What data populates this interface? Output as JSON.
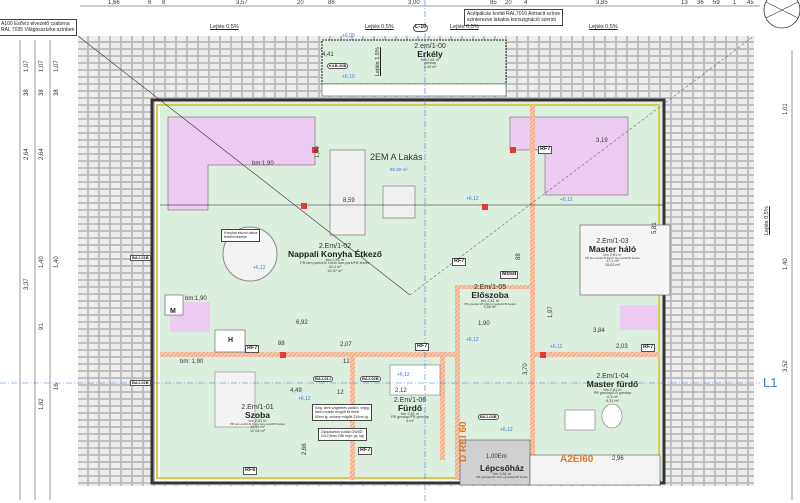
{
  "top_dimensions": [
    "1,66",
    "6",
    "8",
    "3,57",
    "20",
    "86",
    "3,00",
    "85",
    "20",
    "4",
    "3,85",
    "13",
    "36",
    "59",
    "1",
    "45"
  ],
  "left_dimensions": [
    "1,07",
    "1,07",
    "1,07",
    "38",
    "38",
    "38",
    "2,64",
    "2,64",
    "1,40",
    "1,40",
    "3,37",
    "91",
    "1,82",
    "16"
  ],
  "right_dimensions": [
    "1,01",
    "1,40",
    "3,52"
  ],
  "notes": {
    "gutter": [
      "A100 Esővíz elvezető csatorna",
      "RAL 7035 Világosszürke színben"
    ],
    "railing": [
      "Acélpálcás korlát RAL7016 Antracit színre",
      "szinterezve lakatos konszignáció szerint"
    ],
    "kitchen": [
      "Konyhai elszívó akna",
      "felett kivezetve"
    ],
    "bath1": [
      "Szig. kent szigetelés padlón, végig",
      "falon mosdó mögött és felett",
      "60cm-ig, zuhany mögött 210cm-ig"
    ],
    "bath2": [
      "Gipszkarton vízálló OWSD",
      "2x12,5mm RBI impr. gk. lap"
    ]
  },
  "slopes": [
    "Lejtés 0,5%",
    "Lejtés 0,5%",
    "Lejtés 0,5%",
    "Lejtés 0,5%",
    "Lejtés 0,5%",
    "Lejtés 1,5%"
  ],
  "axis_labels": {
    "top": "L-10",
    "right": "L1"
  },
  "apartment": {
    "name": "2EM A Lakás",
    "area": "85,80 m²"
  },
  "rooms": [
    {
      "id": "2.em/1-00",
      "name": "Erkély",
      "height": "bm:2,81 m",
      "finish": "greslap",
      "area": "4,43 m²",
      "dim": "4,41"
    },
    {
      "id": "2.Em/1-02",
      "name": "Nappali Konyha Étkező",
      "height": "bm:2,81 m",
      "finish": "PB lam.park/LB 10cm lam.park/FB festés",
      "area": "40,4 m²",
      "area2": "40,07 m²"
    },
    {
      "id": "2.Em/1-05",
      "name": "Előszoba",
      "height": "bm 2,81 m",
      "finish": "PB greslap/LB 10cm greslap/FB festés",
      "area": "5,56 m²"
    },
    {
      "id": "2.Em/1-03",
      "name": "Master háló",
      "height": "bm 2,81 m",
      "finish": "PB lam.park/LB 10cm lam.park/FB festés",
      "area": "17,1 m²",
      "area2": "15,63 m²"
    },
    {
      "id": "2.Em/1-04",
      "name": "Master fürdő",
      "height": "bm 2,81 m",
      "finish": "PB greslap/LB greslap",
      "area": "6,3 m²",
      "area2": "6,31 m²"
    },
    {
      "id": "2.Em/1-01",
      "name": "Szoba",
      "height": "bm 2,81 m",
      "finish": "PB lam.park/LB 10cm lam.park/FB festés",
      "area": "11,95 m²",
      "area2": "12,04 m²"
    },
    {
      "id": "2.Em/1-06",
      "name": "Fürdő",
      "height": "bm 2,81 m",
      "finish": "PB greslap/FB greslap",
      "area": "6 m²"
    },
    {
      "id": "",
      "name": "Lépcsőház",
      "height": "bm 2,81 m",
      "finish": "PB greslap/LB 10cm greslap/FB festés",
      "width": "1,00Em"
    }
  ],
  "plan_dims": [
    "8,59",
    "6,92",
    "1,90",
    "bm:1,90",
    "bm:1,90",
    "bm: 1,90",
    "2,07",
    "2,12",
    "4,49",
    "3,84",
    "2,03",
    "3,19",
    "1,90",
    "88",
    "5,81",
    "1,97",
    "3,70",
    "88",
    "12",
    "12",
    "2,96",
    "2,66"
  ],
  "levels": [
    "+6,09",
    "+6,10",
    "+6,12",
    "+6,12",
    "+6,12",
    "+6,12",
    "+6,12",
    "+6,12",
    "+6,12",
    "+6,11"
  ],
  "tags": [
    "RF7",
    "RF7",
    "RF7",
    "RF7",
    "RF7",
    "RF6",
    "RF7",
    "Mosd",
    "H",
    "M"
  ],
  "door_tags": [
    "KAB-20B",
    "BAJ-01J",
    "BAJ-02B",
    "BAJ-04B",
    "BAJ-01B",
    "BAJ-02B"
  ],
  "fire_labels": [
    "D REI 60",
    "A2EI60"
  ],
  "colors": {
    "interior": "#dcefdf",
    "bedroom_zone": "#eccbf0",
    "roof": "#d8d8d8",
    "wall": "#3a3a3a",
    "insulation": "#e6d66a",
    "partition": "#f2b592",
    "level": "#3a7bd5"
  }
}
